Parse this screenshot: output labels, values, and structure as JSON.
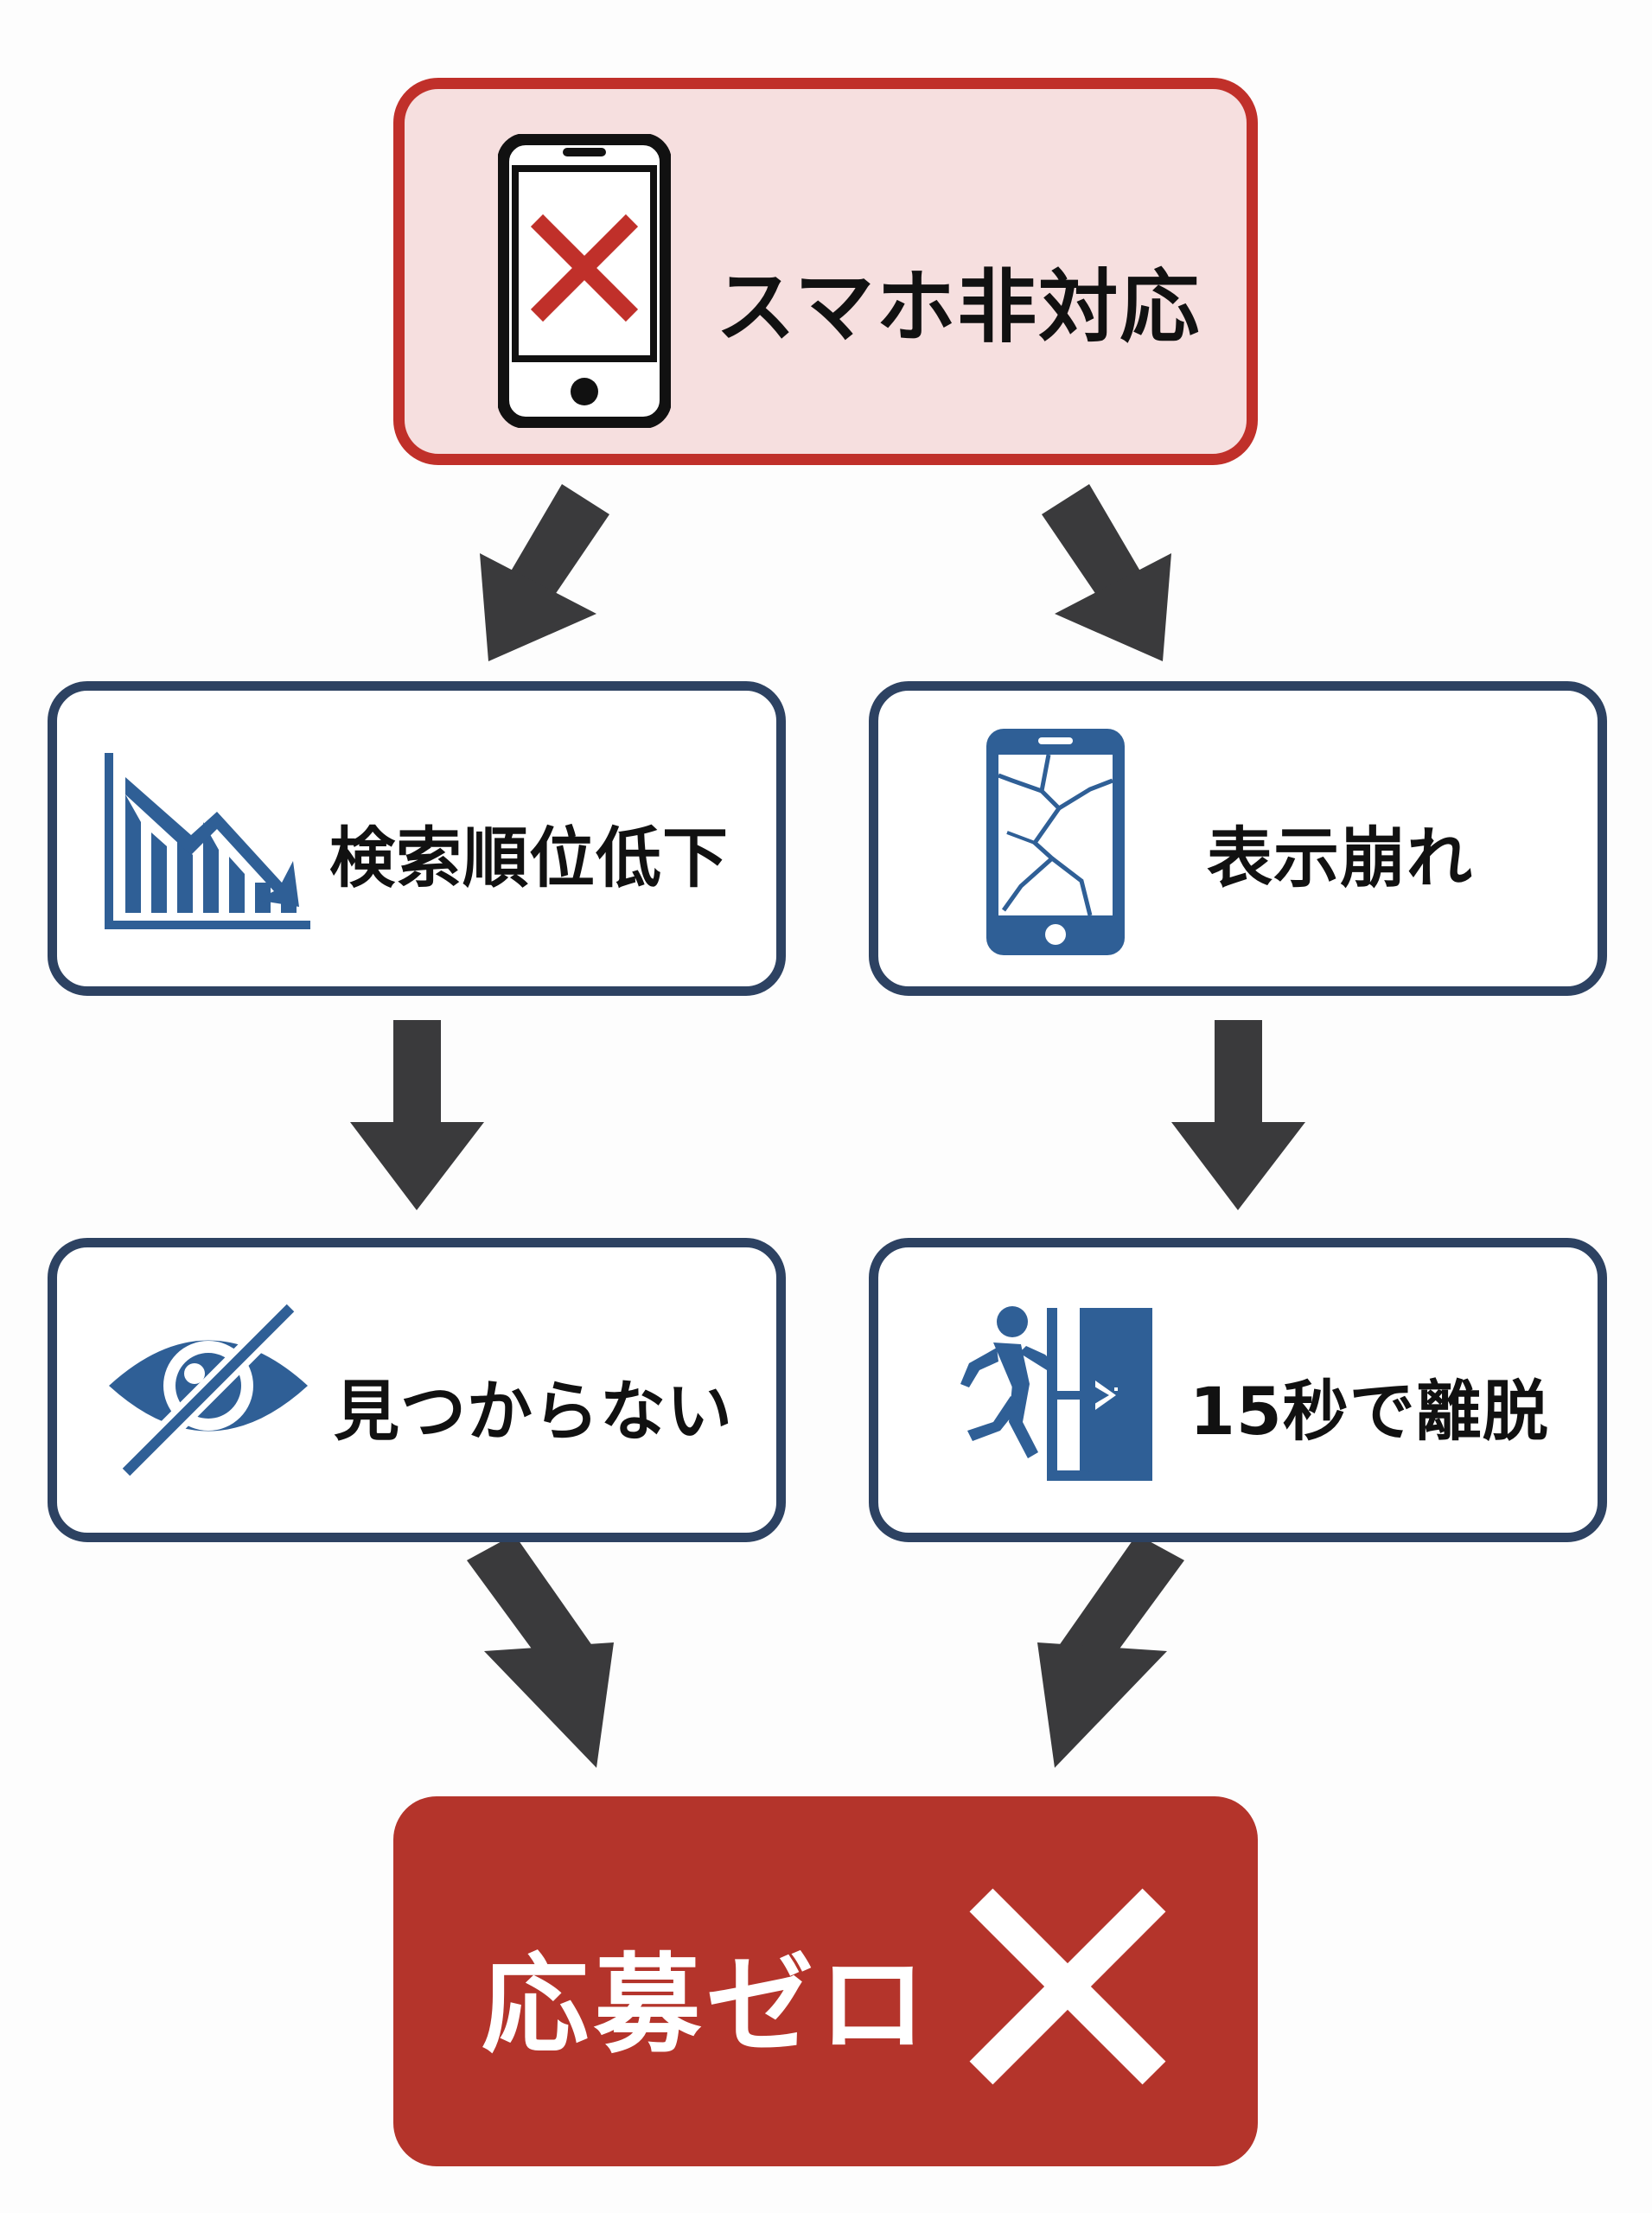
{
  "nodes": {
    "top": {
      "label": "スマホ非対応",
      "icon": "phone-x-icon"
    },
    "rank": {
      "label": "検索順位低下",
      "icon": "declining-chart-icon"
    },
    "broken": {
      "label": "表示崩れ",
      "icon": "cracked-phone-icon"
    },
    "hidden": {
      "label": "見つからない",
      "icon": "eye-slash-icon"
    },
    "leave": {
      "label": "15秒で離脱",
      "icon": "exit-runner-icon"
    },
    "bottom": {
      "label": "応募ゼロ",
      "icon": "big-x-icon"
    }
  },
  "colors": {
    "alert_red": "#c0302a",
    "alert_fill": "#f6dfdf",
    "result_red": "#b4342b",
    "navy_border": "#2d4262",
    "icon_blue": "#2f5f96",
    "arrow": "#3a3a3c"
  }
}
